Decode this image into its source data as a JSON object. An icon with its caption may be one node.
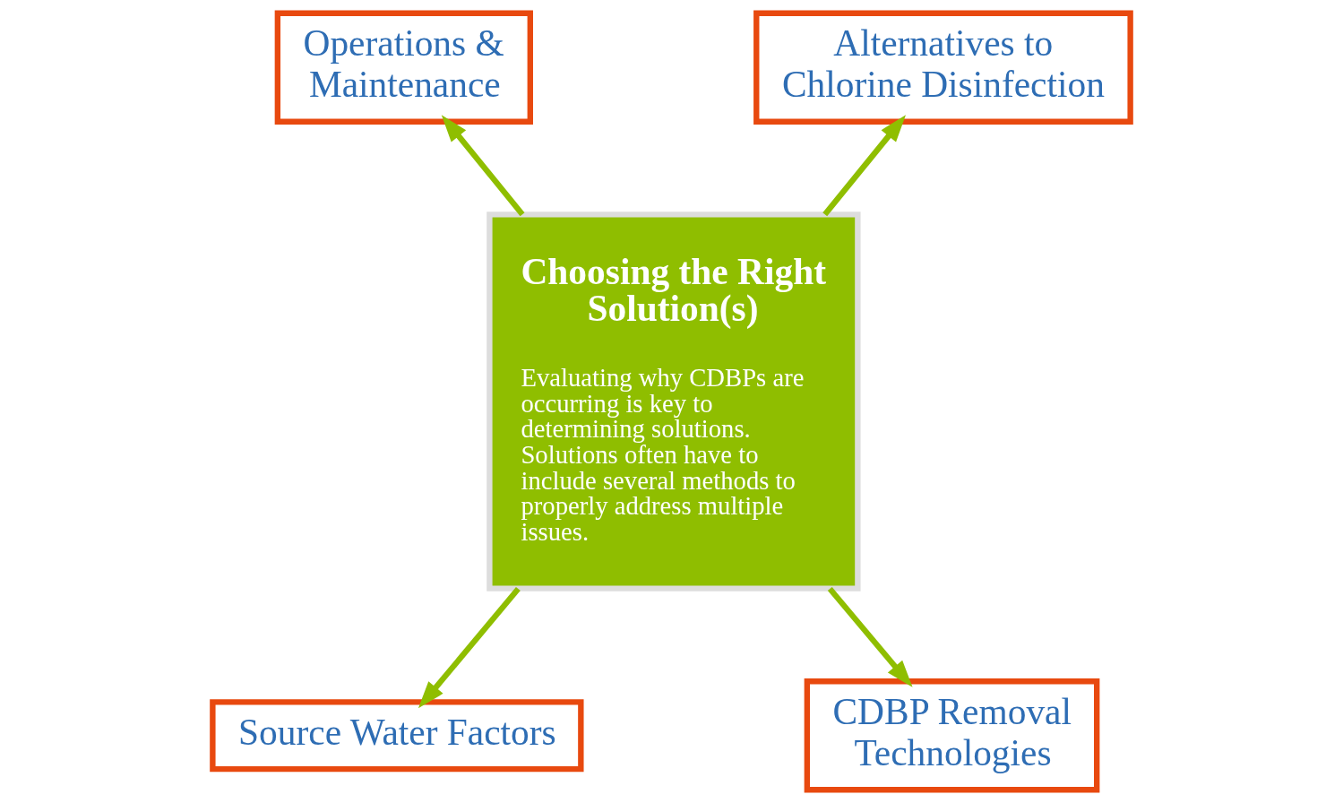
{
  "diagram": {
    "nodes": [
      {
        "text": [
          "Choosing the Right Solution(s)",
          "Evaluating why CDBPs are occurring is key to determining solutions. Solutions often have to include several methods to properly address multiple issues."
        ]
      },
      {
        "text": [
          "Operations & Maintenance"
        ]
      },
      {
        "text": [
          "Alternatives to Chlorine Disinfection"
        ]
      },
      {
        "text": [
          "Source Water Factors"
        ]
      },
      {
        "text": [
          "CDBP Removal Technologies"
        ]
      }
    ],
    "edges": [
      {
        "from": 0,
        "to": 1,
        "arrow": "to"
      },
      {
        "from": 0,
        "to": 2,
        "arrow": "to"
      },
      {
        "from": 0,
        "to": 3,
        "arrow": "to"
      },
      {
        "from": 0,
        "to": 4,
        "arrow": "to"
      }
    ]
  }
}
